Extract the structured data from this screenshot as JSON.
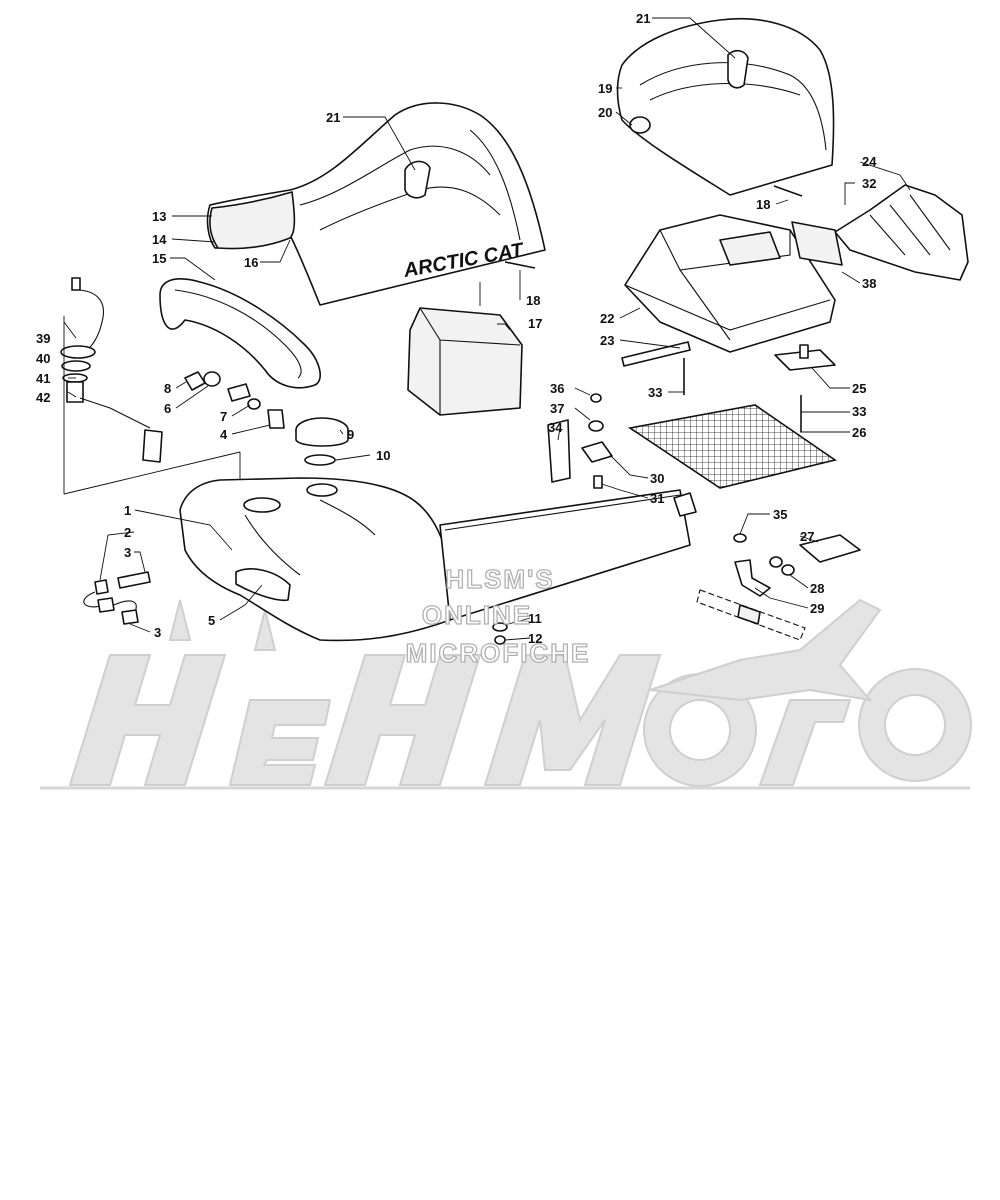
{
  "diagram": {
    "brand_text": "ARCTIC CAT",
    "watermark": {
      "line1": "HLSM'S",
      "line2": "ONLINE",
      "line3": "MICROFICHE"
    },
    "callouts": [
      {
        "id": "c21a",
        "text": "21"
      },
      {
        "id": "c13",
        "text": "13"
      },
      {
        "id": "c14",
        "text": "14"
      },
      {
        "id": "c16",
        "text": "16"
      },
      {
        "id": "c15",
        "text": "15"
      },
      {
        "id": "c18a",
        "text": "18"
      },
      {
        "id": "c17",
        "text": "17"
      },
      {
        "id": "c39",
        "text": "39"
      },
      {
        "id": "c40",
        "text": "40"
      },
      {
        "id": "c41",
        "text": "41"
      },
      {
        "id": "c42",
        "text": "42"
      },
      {
        "id": "c8",
        "text": "8"
      },
      {
        "id": "c6",
        "text": "6"
      },
      {
        "id": "c7",
        "text": "7"
      },
      {
        "id": "c4",
        "text": "4"
      },
      {
        "id": "c9",
        "text": "9"
      },
      {
        "id": "c10",
        "text": "10"
      },
      {
        "id": "c1",
        "text": "1"
      },
      {
        "id": "c2",
        "text": "2"
      },
      {
        "id": "c3a",
        "text": "3"
      },
      {
        "id": "c3b",
        "text": "3"
      },
      {
        "id": "c5",
        "text": "5"
      },
      {
        "id": "c11",
        "text": "11"
      },
      {
        "id": "c12",
        "text": "12"
      },
      {
        "id": "c21b",
        "text": "21"
      },
      {
        "id": "c19",
        "text": "19"
      },
      {
        "id": "c20",
        "text": "20"
      },
      {
        "id": "c18b",
        "text": "18"
      },
      {
        "id": "c24",
        "text": "24"
      },
      {
        "id": "c32",
        "text": "32"
      },
      {
        "id": "c38",
        "text": "38"
      },
      {
        "id": "c22",
        "text": "22"
      },
      {
        "id": "c23",
        "text": "23"
      },
      {
        "id": "c25",
        "text": "25"
      },
      {
        "id": "c33a",
        "text": "33"
      },
      {
        "id": "c33b",
        "text": "33"
      },
      {
        "id": "c26",
        "text": "26"
      },
      {
        "id": "c36",
        "text": "36"
      },
      {
        "id": "c37",
        "text": "37"
      },
      {
        "id": "c34",
        "text": "34"
      },
      {
        "id": "c30",
        "text": "30"
      },
      {
        "id": "c31",
        "text": "31"
      },
      {
        "id": "c35",
        "text": "35"
      },
      {
        "id": "c27",
        "text": "27"
      },
      {
        "id": "c28",
        "text": "28"
      },
      {
        "id": "c29",
        "text": "29"
      }
    ]
  }
}
